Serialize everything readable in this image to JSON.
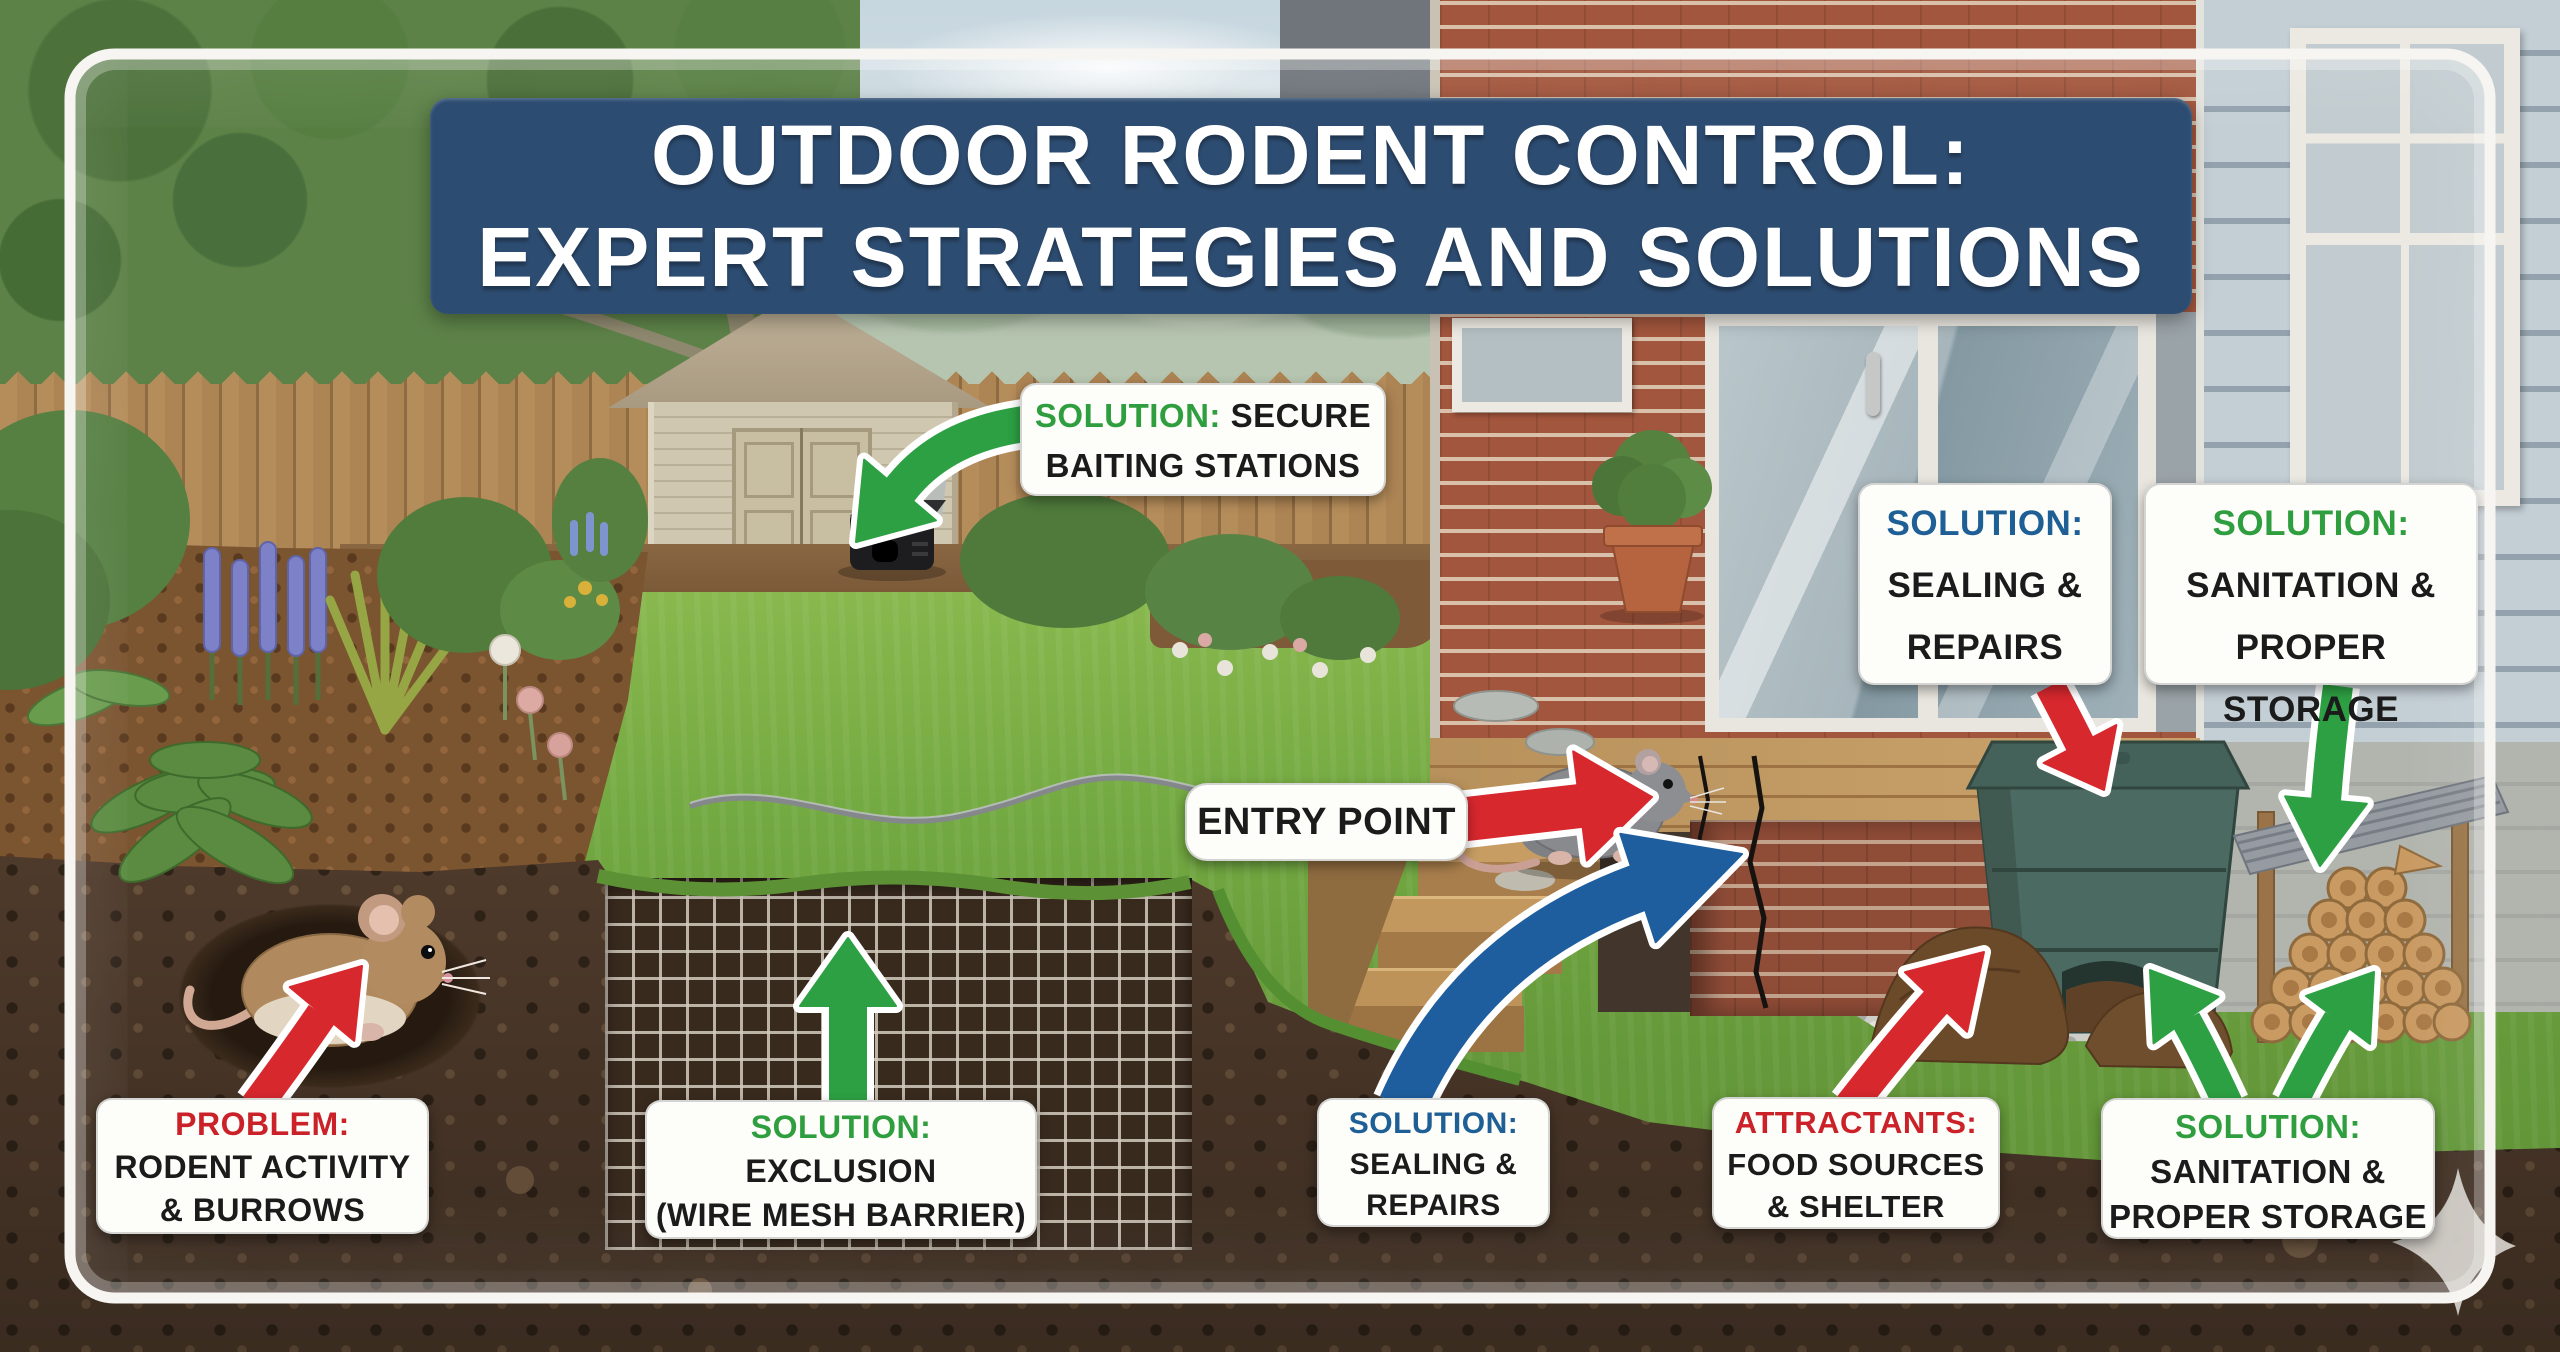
{
  "title": {
    "line1": "OUTDOOR RODENT CONTROL:",
    "line2": "EXPERT STRATEGIES AND SOLUTIONS"
  },
  "labels": {
    "secure_baiting": {
      "keyword": "SOLUTION:",
      "line1_rest": "SECURE",
      "line2": "BAITING STATIONS"
    },
    "sealing_repairs_top": {
      "keyword": "SOLUTION:",
      "line2": "SEALING &",
      "line3": "REPAIRS"
    },
    "sanitation_storage_top": {
      "keyword": "SOLUTION:",
      "line2": "SANITATION &",
      "line3": "PROPER STORAGE"
    },
    "entry_point": {
      "text": "ENTRY POINT"
    },
    "problem_burrows": {
      "keyword": "PROBLEM:",
      "line2": "RODENT ACTIVITY",
      "line3": "& BURROWS"
    },
    "exclusion": {
      "keyword": "SOLUTION:",
      "line2": "EXCLUSION",
      "line3": "(WIRE MESH BARRIER)"
    },
    "sealing_repairs_bottom": {
      "keyword": "SOLUTION:",
      "line2": "SEALING &",
      "line3": "REPAIRS"
    },
    "attractants": {
      "keyword": "ATTRACTANTS:",
      "line2": "FOOD SOURCES",
      "line3": "& SHELTER"
    },
    "sanitation_storage_bottom": {
      "keyword": "SOLUTION:",
      "line2": "SANITATION &",
      "line3": "PROPER STORAGE"
    }
  },
  "colors": {
    "banner_bg": "#2d4c71",
    "banner_text": "#ffffff",
    "label_bg": "#fdfdfa",
    "label_text": "#1b1b1b",
    "solution_green": "#2f9e3f",
    "solution_blue": "#1e5f95",
    "problem_red": "#cb2229",
    "arrow_green": "#2da043",
    "arrow_red": "#d7282e",
    "arrow_blue": "#1f5e9e",
    "arrow_outline": "#ffffff"
  },
  "scene": {
    "illustrations": [
      {
        "name": "mouse-in-burrow"
      },
      {
        "name": "rat-at-foundation"
      },
      {
        "name": "bait-station"
      },
      {
        "name": "wire-mesh-barrier"
      },
      {
        "name": "compost-bin"
      },
      {
        "name": "firewood-rack"
      },
      {
        "name": "garden-shed"
      },
      {
        "name": "brick-house-with-deck"
      },
      {
        "name": "foundation-crack"
      }
    ]
  }
}
